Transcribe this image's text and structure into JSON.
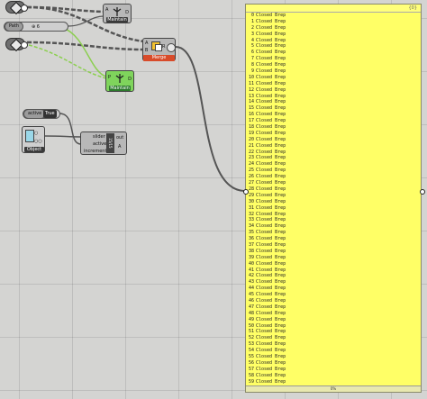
{
  "canvas": {
    "background": "#d4d4d2",
    "wire_color": "#4a4a4a",
    "green_wire_color": "#8ccf50"
  },
  "path_param": {
    "tag": "Path",
    "value": "⊕ 6"
  },
  "maintain_top": {
    "label": "Maintain",
    "input": "A",
    "output": "D"
  },
  "merge": {
    "inputs": [
      "A",
      "B"
    ],
    "output": "R",
    "title": "Merge"
  },
  "maintain_green": {
    "label": "Maintain",
    "input": "P",
    "output": "D",
    "color": "#3fb43f"
  },
  "active_toggle": {
    "tag": "active",
    "value": "True"
  },
  "button_comp": {
    "label": "Object"
  },
  "loop_comp": {
    "inputs": [
      "slider",
      "active",
      "increment"
    ],
    "badge": "15/15",
    "outputs": [
      "out",
      "A"
    ]
  },
  "panel": {
    "count": "{0}",
    "background": "#ffff66",
    "footer": "0%",
    "items": [
      {
        "i": "0",
        "t": "Closed Brep"
      },
      {
        "i": "1",
        "t": "Closed Brep"
      },
      {
        "i": "2",
        "t": "Closed Brep"
      },
      {
        "i": "3",
        "t": "Closed Brep"
      },
      {
        "i": "4",
        "t": "Closed Brep"
      },
      {
        "i": "5",
        "t": "Closed Brep"
      },
      {
        "i": "6",
        "t": "Closed Brep"
      },
      {
        "i": "7",
        "t": "Closed Brep"
      },
      {
        "i": "8",
        "t": "Closed Brep"
      },
      {
        "i": "9",
        "t": "Closed Brep"
      },
      {
        "i": "10",
        "t": "Closed Brep"
      },
      {
        "i": "11",
        "t": "Closed Brep"
      },
      {
        "i": "12",
        "t": "Closed Brep"
      },
      {
        "i": "13",
        "t": "Closed Brep"
      },
      {
        "i": "14",
        "t": "Closed Brep"
      },
      {
        "i": "15",
        "t": "Closed Brep"
      },
      {
        "i": "16",
        "t": "Closed Brep"
      },
      {
        "i": "17",
        "t": "Closed Brep"
      },
      {
        "i": "18",
        "t": "Closed Brep"
      },
      {
        "i": "19",
        "t": "Closed Brep"
      },
      {
        "i": "20",
        "t": "Closed Brep"
      },
      {
        "i": "21",
        "t": "Closed Brep"
      },
      {
        "i": "22",
        "t": "Closed Brep"
      },
      {
        "i": "23",
        "t": "Closed Brep"
      },
      {
        "i": "24",
        "t": "Closed Brep"
      },
      {
        "i": "25",
        "t": "Closed Brep"
      },
      {
        "i": "26",
        "t": "Closed Brep"
      },
      {
        "i": "27",
        "t": "Closed Brep"
      },
      {
        "i": "28",
        "t": "Closed Brep"
      },
      {
        "i": "29",
        "t": "Closed Brep"
      },
      {
        "i": "30",
        "t": "Closed Brep"
      },
      {
        "i": "31",
        "t": "Closed Brep"
      },
      {
        "i": "32",
        "t": "Closed Brep"
      },
      {
        "i": "33",
        "t": "Closed Brep"
      },
      {
        "i": "34",
        "t": "Closed Brep"
      },
      {
        "i": "35",
        "t": "Closed Brep"
      },
      {
        "i": "36",
        "t": "Closed Brep"
      },
      {
        "i": "37",
        "t": "Closed Brep"
      },
      {
        "i": "38",
        "t": "Closed Brep"
      },
      {
        "i": "39",
        "t": "Closed Brep"
      },
      {
        "i": "40",
        "t": "Closed Brep"
      },
      {
        "i": "41",
        "t": "Closed Brep"
      },
      {
        "i": "42",
        "t": "Closed Brep"
      },
      {
        "i": "43",
        "t": "Closed Brep"
      },
      {
        "i": "44",
        "t": "Closed Brep"
      },
      {
        "i": "45",
        "t": "Closed Brep"
      },
      {
        "i": "46",
        "t": "Closed Brep"
      },
      {
        "i": "47",
        "t": "Closed Brep"
      },
      {
        "i": "48",
        "t": "Closed Brep"
      },
      {
        "i": "49",
        "t": "Closed Brep"
      },
      {
        "i": "50",
        "t": "Closed Brep"
      },
      {
        "i": "51",
        "t": "Closed Brep"
      },
      {
        "i": "52",
        "t": "Closed Brep"
      },
      {
        "i": "53",
        "t": "Closed Brep"
      },
      {
        "i": "54",
        "t": "Closed Brep"
      },
      {
        "i": "55",
        "t": "Closed Brep"
      },
      {
        "i": "56",
        "t": "Closed Brep"
      },
      {
        "i": "57",
        "t": "Closed Brep"
      },
      {
        "i": "58",
        "t": "Closed Brep"
      },
      {
        "i": "59",
        "t": "Closed Brep"
      }
    ]
  }
}
